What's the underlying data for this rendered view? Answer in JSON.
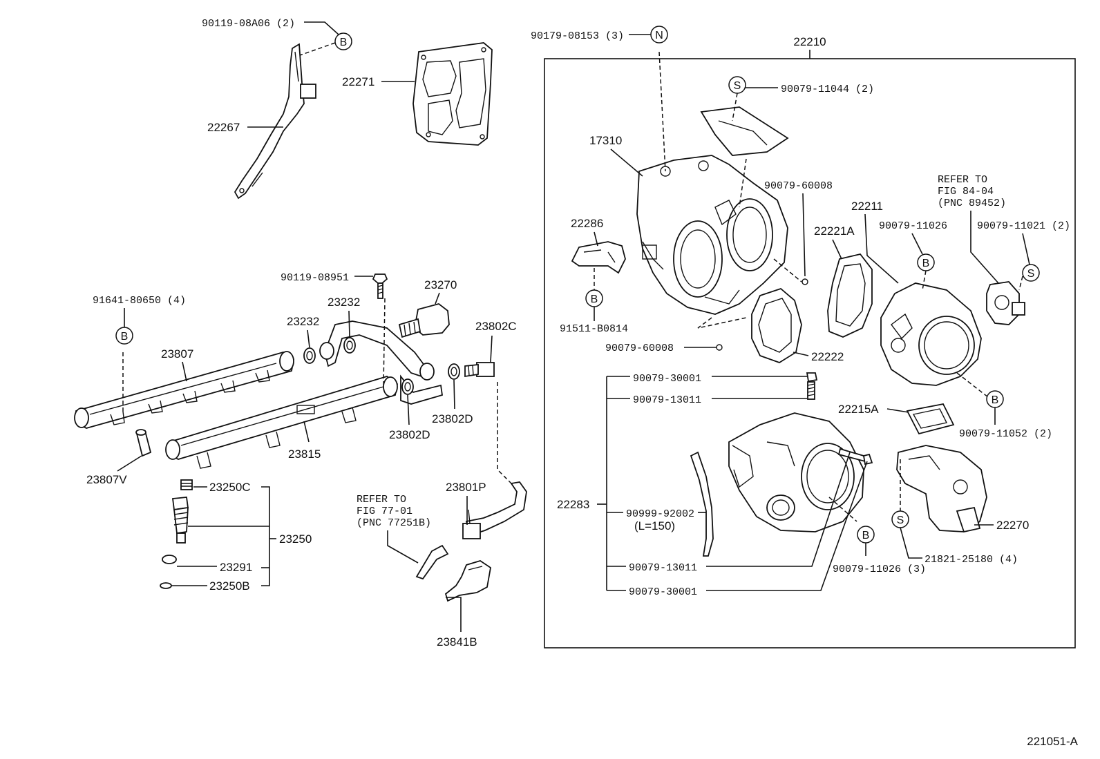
{
  "figure_id": "221051-A",
  "group_label": "22210",
  "markers": {
    "b": "B",
    "s": "S",
    "n": "N"
  },
  "labels": {
    "p90119_08A06": "90119-08A06 (2)",
    "p22271": "22271",
    "p22267": "22267",
    "p90179_08153": "90179-08153 (3)",
    "p90079_11044": "90079-11044 (2)",
    "p17310": "17310",
    "p90079_60008a": "90079-60008",
    "p22286": "22286",
    "p91511_B0814": "91511-B0814",
    "p90079_60008b": "90079-60008",
    "p22221A": "22221A",
    "p22211": "22211",
    "p90079_11026": "90079-11026",
    "p90079_11021": "90079-11021 (2)",
    "p22222": "22222",
    "p90119_08951": "90119-08951",
    "p23270": "23270",
    "p91641_80650": "91641-80650 (4)",
    "p23232a": "23232",
    "p23232b": "23232",
    "p23807": "23807",
    "p23802C": "23802C",
    "p23802D_a": "23802D",
    "p23802D_b": "23802D",
    "p23815": "23815",
    "p23807V": "23807V",
    "p23250C": "23250C",
    "p23250": "23250",
    "p23291": "23291",
    "p23250B": "23250B",
    "p23801P": "23801P",
    "p23841B": "23841B",
    "p90079_30001a": "90079-30001",
    "p90079_13011a": "90079-13011",
    "p22283": "22283",
    "p90999_92002": "90999-92002",
    "p_L150": "(L=150)",
    "p90079_13011b": "90079-13011",
    "p90079_30001b": "90079-30001",
    "p22215A": "22215A",
    "p90079_11052": "90079-11052 (2)",
    "p22270": "22270",
    "p21821_25180": "21821-25180 (4)",
    "p90079_11026_3": "90079-11026 (3)"
  },
  "refer_notes": {
    "fig84": [
      "REFER TO",
      "FIG 84-04",
      "(PNC 89452)"
    ],
    "fig77": [
      "REFER TO",
      "FIG 77-01",
      "(PNC 77251B)"
    ]
  }
}
